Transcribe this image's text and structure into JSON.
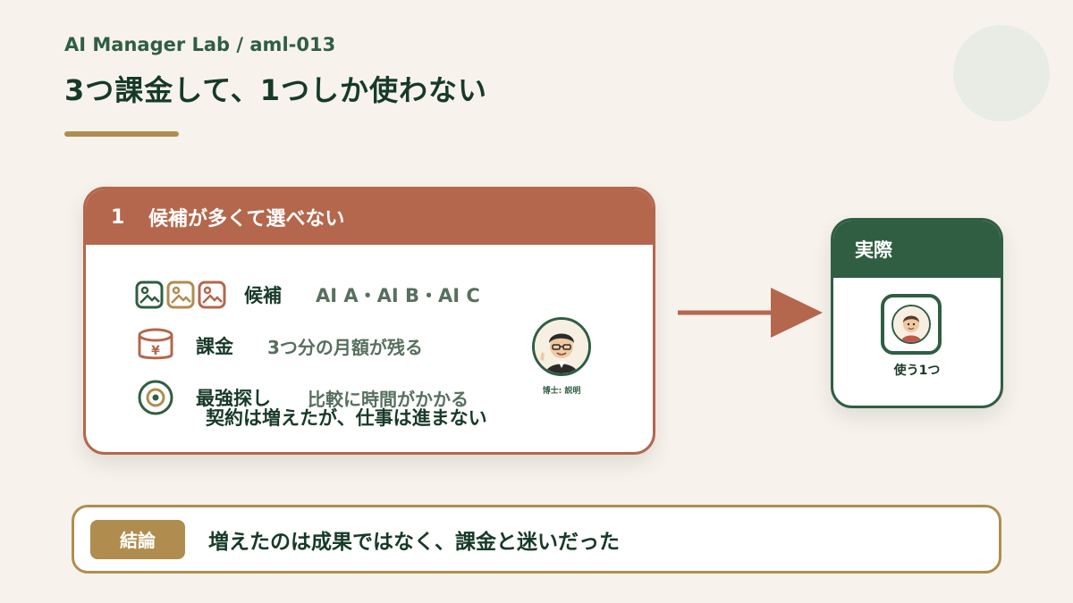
{
  "header": {
    "subtitle": "AI Manager Lab / aml-013",
    "title": "3つ課金して、1つしか使わない"
  },
  "main_card": {
    "number": "1",
    "heading": "候補が多くて選べない",
    "rows": [
      {
        "label": "候補",
        "value": "AI A・AI B・AI C",
        "icon": "image-icons"
      },
      {
        "label": "課金",
        "value": "3つ分の月額が残る",
        "icon": "yen-cylinder-icon"
      },
      {
        "label": "最強探し",
        "value": "比較に時間がかかる",
        "icon": "target-icon"
      }
    ],
    "summary": "契約は増えたが、仕事は進まない",
    "avatar_caption": "博士: 説明",
    "colors": {
      "accent": "#b4674c"
    }
  },
  "side_card": {
    "heading": "実際",
    "caption": "使う1つ",
    "colors": {
      "accent": "#2f5e43"
    }
  },
  "conclusion": {
    "badge": "結論",
    "text": "増えたのは成果ではなく、課金と迷いだった",
    "colors": {
      "accent": "#b08d4f"
    }
  }
}
